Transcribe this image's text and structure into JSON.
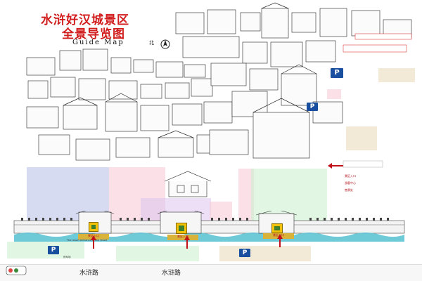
{
  "header": {
    "title": "水浒好汉城景区",
    "subtitle": "全景导览图",
    "guide": "Guide Map",
    "north": "北"
  },
  "roads": [
    {
      "label": "水浒路"
    },
    {
      "label": "水浒路"
    }
  ],
  "entrances": [
    {
      "label": "景区入口"
    },
    {
      "label": "景区入口"
    },
    {
      "label": "景区入口"
    }
  ],
  "entrance_caption": "The resort entrance of the resort",
  "parking_label": "停车场",
  "legend": {
    "entrance": "景区入口",
    "service": "游客中心",
    "ticket": "售票处"
  },
  "colors": {
    "title_red": "#d11d1d",
    "moat": "#5fc4d4",
    "zone_blue": "#b7bde8",
    "zone_purple": "#dcc4ef",
    "zone_green": "#c8f0cc",
    "zone_pink": "#f7c9d4",
    "zone_tan": "#e8d7b5",
    "parking_blue": "#1a4fa0",
    "gate_yellow": "#f2c20b"
  }
}
